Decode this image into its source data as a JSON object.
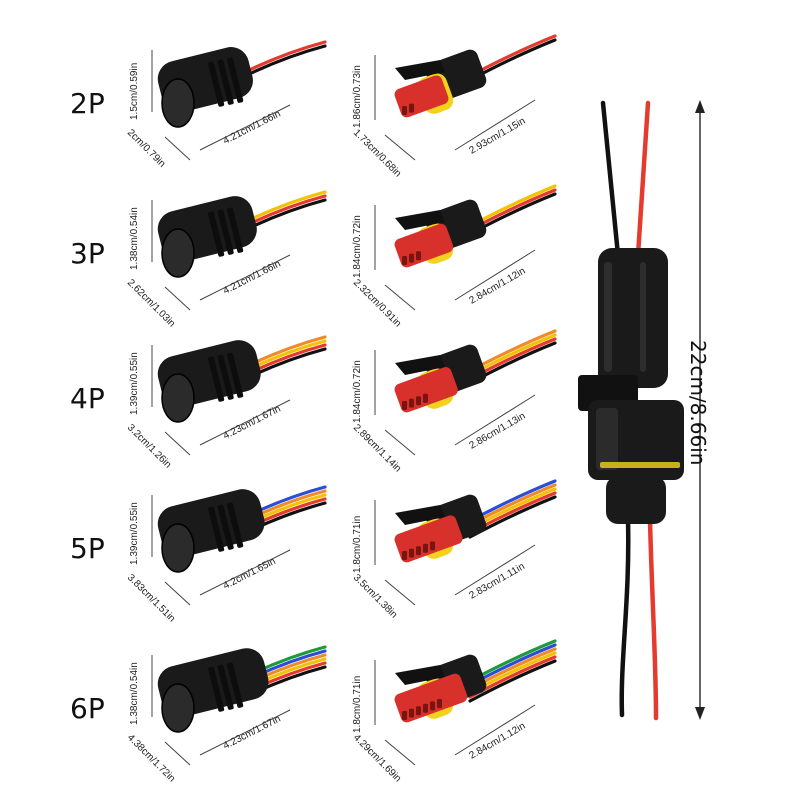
{
  "rows": [
    {
      "label": "2P",
      "male": {
        "height": "1.5cm/0.59in",
        "depth": "2cm/0.79in",
        "length": "4.21cm/1.66in"
      },
      "female": {
        "height": "1.86cm/0.73in",
        "depth": "1.73cm/0.68in",
        "length": "2.93cm/1.15in"
      },
      "wire_colors": [
        "#e53a2e",
        "#111111"
      ]
    },
    {
      "label": "3P",
      "male": {
        "height": "1.38cm/0.54in",
        "depth": "2.62cm/1.03in",
        "length": "4.21cm/1.66in"
      },
      "female": {
        "height": "1.84cm/0.72in",
        "depth": "2.32cm/0.91in",
        "length": "2.84cm/1.12in"
      },
      "wire_colors": [
        "#f2c400",
        "#e53a2e",
        "#111111"
      ]
    },
    {
      "label": "4P",
      "male": {
        "height": "1.39cm/0.55in",
        "depth": "3.2cm/1.26in",
        "length": "4.23cm/1.67in"
      },
      "female": {
        "height": "1.84cm/0.72in",
        "depth": "2.89cm/1.14in",
        "length": "2.86cm/1.13in"
      },
      "wire_colors": [
        "#f08a2a",
        "#f2c400",
        "#e53a2e",
        "#111111"
      ]
    },
    {
      "label": "5P",
      "male": {
        "height": "1.39cm/0.55in",
        "depth": "3.83cm/1.51in",
        "length": "4.2cm/1.65in"
      },
      "female": {
        "height": "1.8cm/0.71in",
        "depth": "3.5cm/1.38in",
        "length": "2.83cm/1.11in"
      },
      "wire_colors": [
        "#2a4fd6",
        "#f08a2a",
        "#f2c400",
        "#e53a2e",
        "#111111"
      ]
    },
    {
      "label": "6P",
      "male": {
        "height": "1.38cm/0.54in",
        "depth": "4.38cm/1.72in",
        "length": "4.23cm/1.67in"
      },
      "female": {
        "height": "1.8cm/0.71in",
        "depth": "4.29cm/1.69in",
        "length": "2.84cm/1.12in"
      },
      "wire_colors": [
        "#1f9a3a",
        "#2a4fd6",
        "#f08a2a",
        "#f2c400",
        "#e53a2e",
        "#111111"
      ]
    }
  ],
  "assembled": {
    "length": "22cm/8.66in",
    "wire_colors": [
      "#111111",
      "#e53a2e"
    ]
  },
  "colors": {
    "housing": "#1a1a1a",
    "female_terminal": "#d8302a",
    "seal": "#f2d21b"
  }
}
